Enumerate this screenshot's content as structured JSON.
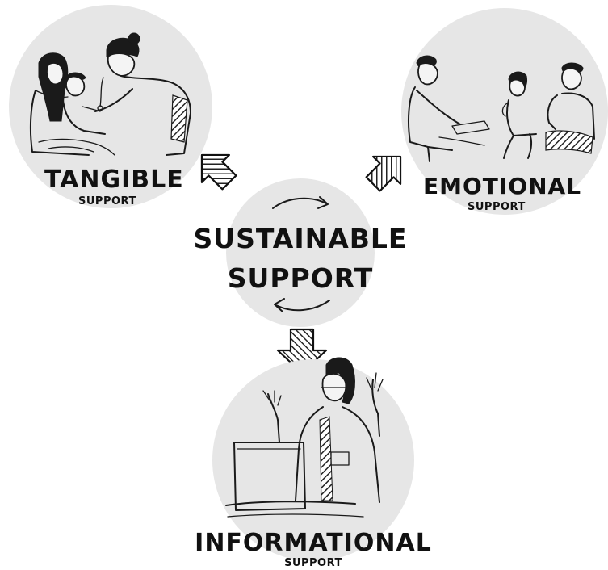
{
  "center": {
    "title_line1": "SUSTAINABLE",
    "title_line2": "SUPPORT"
  },
  "tangible": {
    "label": "TANGIBLE",
    "sublabel": "SUPPORT",
    "scene_icon": "caregiver-parent-child-illustration"
  },
  "emotional": {
    "label": "EMOTIONAL",
    "sublabel": "SUPPORT",
    "scene_icon": "counseling-session-illustration"
  },
  "informational": {
    "label": "INFORMATIONAL",
    "sublabel": "SUPPORT",
    "scene_icon": "lecturer-at-podium-illustration"
  },
  "colors": {
    "circle_fill": "#e6e6e6",
    "ink": "#111111",
    "arrow_fill": "#555555"
  }
}
